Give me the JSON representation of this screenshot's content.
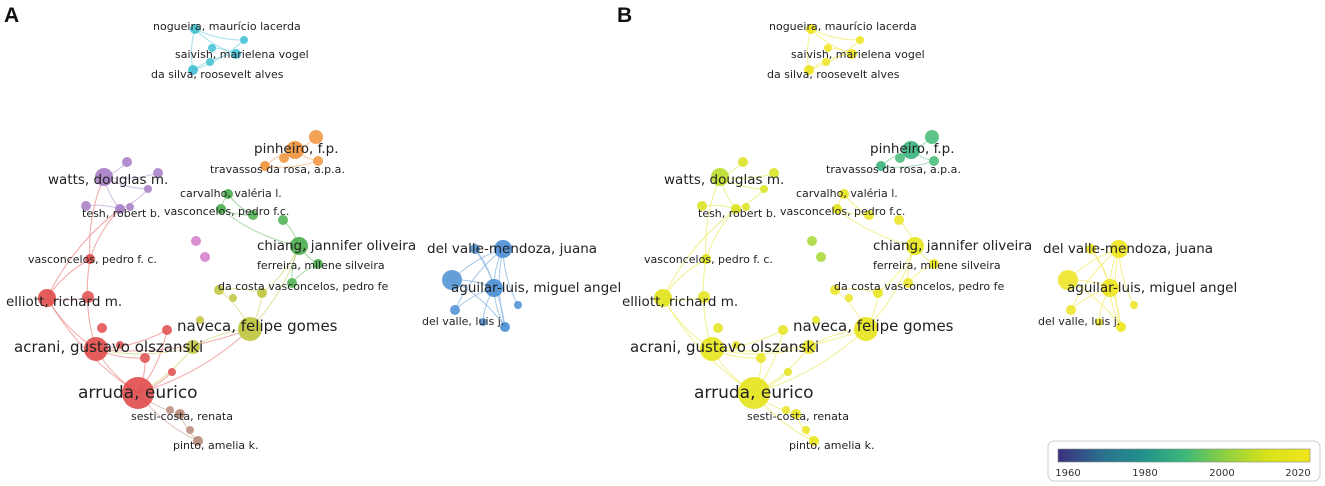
{
  "panels": [
    {
      "letter": "A",
      "coloring": "cluster"
    },
    {
      "letter": "B",
      "coloring": "year"
    }
  ],
  "cluster_colors": {
    "red": "#e04b4b",
    "green": "#49ad4c",
    "blue": "#4a8ed4",
    "lime": "#bec43a",
    "purple": "#a57cc4",
    "cyan": "#3fbfd2",
    "orange": "#f0923a",
    "brown": "#b88a78",
    "pink": "#d47bc9"
  },
  "nodes": [
    {
      "id": "nogueira",
      "label": "nogueira, maurício lacerda",
      "size": "s",
      "cluster": "cyan",
      "year": 2021
    },
    {
      "id": "saivish",
      "label": "saivish, marielena vogel",
      "size": "s",
      "cluster": "cyan",
      "year": 2021
    },
    {
      "id": "dasilva",
      "label": "da silva, roosevelt alves",
      "size": "s",
      "cluster": "cyan",
      "year": 2021
    },
    {
      "id": "pinheiro",
      "label": "pinheiro, f.p.",
      "size": "m",
      "cluster": "orange",
      "year": 1988
    },
    {
      "id": "travassos",
      "label": "travassos da rosa, a.p.a.",
      "size": "s",
      "cluster": "orange",
      "year": 1988
    },
    {
      "id": "watts",
      "label": "watts, douglas m.",
      "size": "m",
      "cluster": "purple",
      "year": 2007
    },
    {
      "id": "tesh",
      "label": "tesh, robert b.",
      "size": "s",
      "cluster": "purple",
      "year": 2012
    },
    {
      "id": "carvalho",
      "label": "carvalho, valéria l.",
      "size": "s",
      "cluster": "green",
      "year": 2020
    },
    {
      "id": "vasconcelos_fc",
      "label": "vasconcelos, pedro f.c.",
      "size": "s",
      "cluster": "green",
      "year": 2017
    },
    {
      "id": "chiang",
      "label": "chiang, jannifer oliveira",
      "size": "m",
      "cluster": "green",
      "year": 2018
    },
    {
      "id": "ferreira",
      "label": "ferreira, milene silveira",
      "size": "s",
      "cluster": "green",
      "year": 2019
    },
    {
      "id": "vasconcelos_pfc",
      "label": "vasconcelos, pedro f. c.",
      "size": "s",
      "cluster": "red",
      "year": 2015
    },
    {
      "id": "dacosta",
      "label": "da costa vasconcelos, pedro fe",
      "size": "s",
      "cluster": "lime",
      "year": 2020
    },
    {
      "id": "elliott",
      "label": "elliott, richard m.",
      "size": "m",
      "cluster": "red",
      "year": 2016
    },
    {
      "id": "naveca",
      "label": "naveca, felipe gomes",
      "size": "l",
      "cluster": "lime",
      "year": 2019
    },
    {
      "id": "acrani",
      "label": "acrani, gustavo olszanski",
      "size": "l",
      "cluster": "red",
      "year": 2018
    },
    {
      "id": "arruda",
      "label": "arruda, eurico",
      "size": "xl",
      "cluster": "red",
      "year": 2017
    },
    {
      "id": "sesti",
      "label": "sesti-costa, renata",
      "size": "s",
      "cluster": "brown",
      "year": 2020
    },
    {
      "id": "pinto",
      "label": "pinto, amelia k.",
      "size": "s",
      "cluster": "brown",
      "year": 2020
    },
    {
      "id": "delvallemendoza",
      "label": "del valle-mendoza, juana",
      "size": "m",
      "cluster": "blue",
      "year": 2021
    },
    {
      "id": "aguilar",
      "label": "aguilar-luis, miguel angel",
      "size": "m",
      "cluster": "blue",
      "year": 2021
    },
    {
      "id": "delvalle",
      "label": "del valle, luis j.",
      "size": "s",
      "cluster": "blue",
      "year": 2021
    }
  ],
  "legend": {
    "ticks": [
      "1960",
      "1980",
      "2000",
      "2020"
    ],
    "gradient": [
      "#3b2f7f",
      "#2c6e8e",
      "#21918c",
      "#3bb77a",
      "#8fd13f",
      "#d8e219",
      "#f1e51d"
    ]
  }
}
